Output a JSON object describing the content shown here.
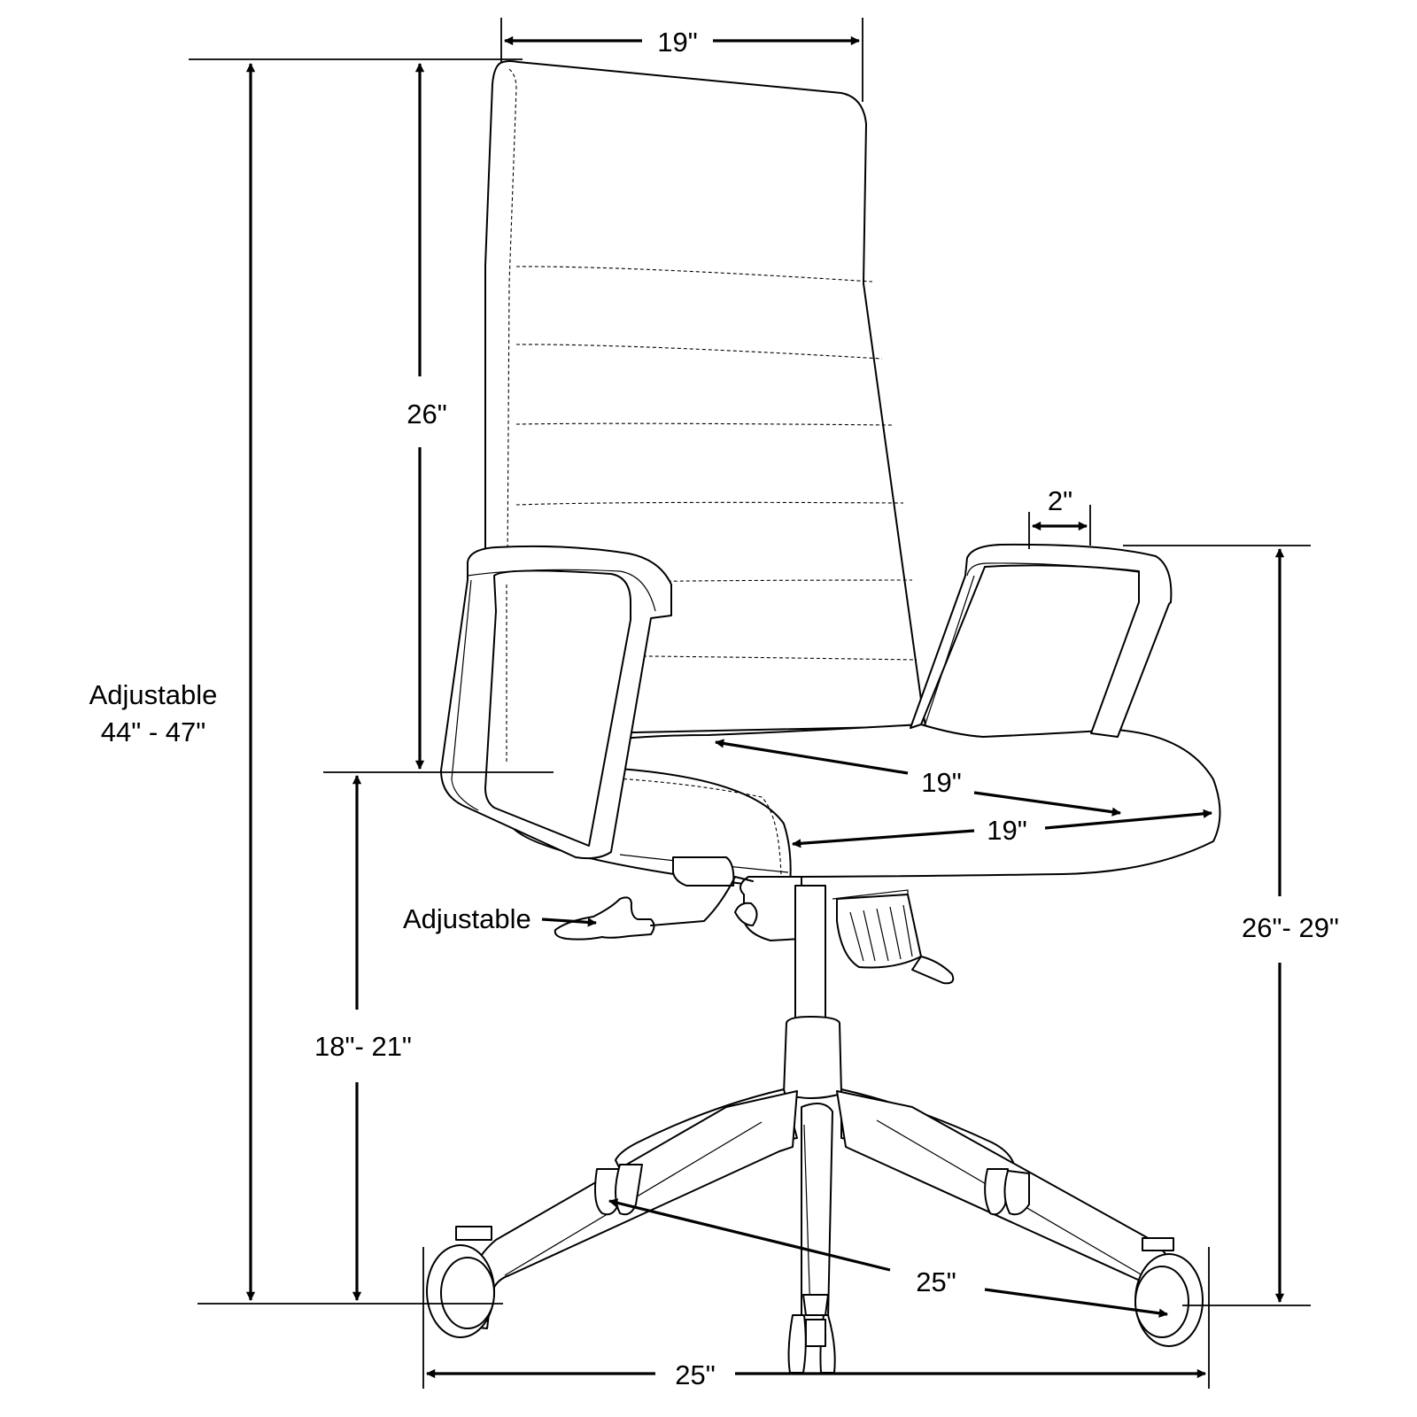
{
  "title": "Office chair dimension diagram",
  "colors": {
    "line": "#000000",
    "background": "#ffffff"
  },
  "labels": {
    "back_width": "19\"",
    "back_height": "26\"",
    "overall_height_line1": "Adjustable",
    "overall_height_line2": "44\" - 47\"",
    "armrest_width": "2\"",
    "arm_height": "26\"- 29\"",
    "seat_depth": "19\"",
    "seat_width": "19\"",
    "lever_label": "Adjustable",
    "seat_height": "18\"- 21\"",
    "base_diagonal": "25\"",
    "base_width": "25\""
  }
}
